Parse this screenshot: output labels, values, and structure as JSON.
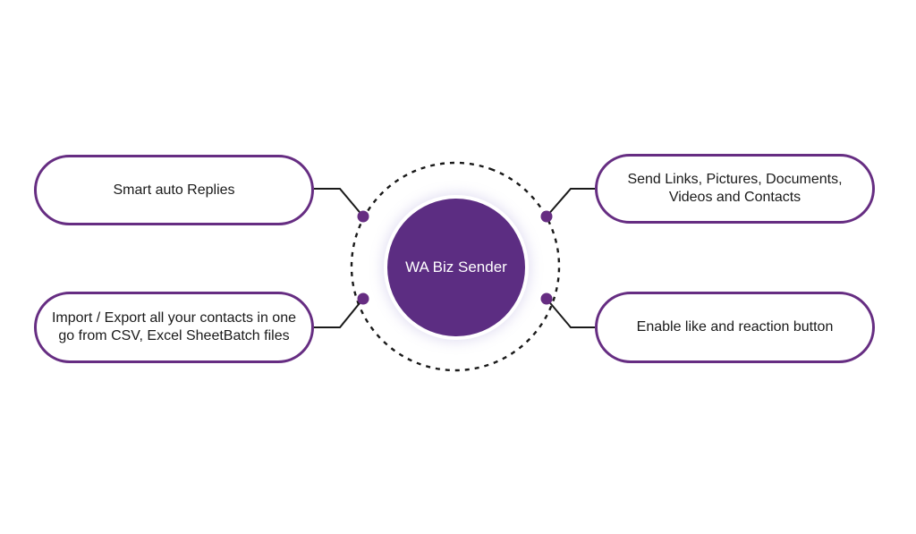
{
  "diagram": {
    "center_label": "WA Biz Sender",
    "features": [
      {
        "position": "top-left",
        "text": "Smart auto Replies"
      },
      {
        "position": "bottom-left",
        "text": "Import / Export all your contacts in one go from CSV, Excel SheetBatch files"
      },
      {
        "position": "top-right",
        "text": "Send Links, Pictures, Documents, Videos and Contacts"
      },
      {
        "position": "bottom-right",
        "text": "Enable like and reaction button"
      }
    ]
  },
  "colors": {
    "accent": "#662d82",
    "center_fill": "#5c2d82",
    "text": "#1a1a1a",
    "ring": "#1a1a1a"
  }
}
